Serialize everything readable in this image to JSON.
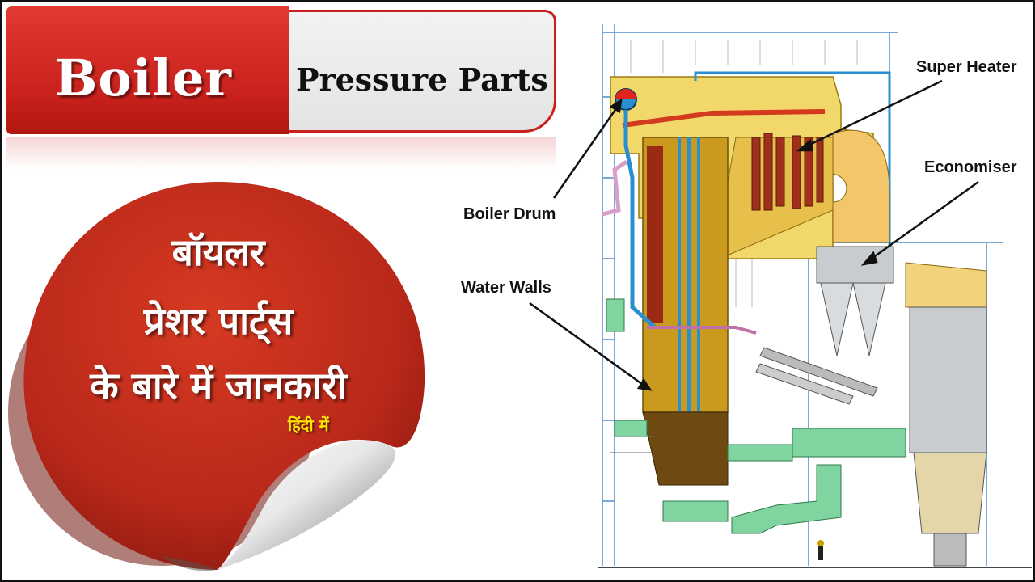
{
  "title": {
    "main": "Boiler",
    "sub": "Pressure Parts"
  },
  "hindi": {
    "line1": "बॉयलर",
    "line2": "प्रेशर पार्ट्स",
    "line3": "के बारे में जानकारी",
    "tag": "हिंदी में"
  },
  "labels": {
    "super_heater": "Super Heater",
    "economiser": "Economiser",
    "boiler_drum": "Boiler Drum",
    "water_walls": "Water Walls"
  },
  "colors": {
    "brand_red": "#c8201c",
    "furnace_gold": "#c99a1e",
    "superheater_red": "#a0301c",
    "water_blue": "#2a8fd0",
    "duct_green": "#7fd4a0",
    "economiser_grey": "#c8cccf"
  }
}
